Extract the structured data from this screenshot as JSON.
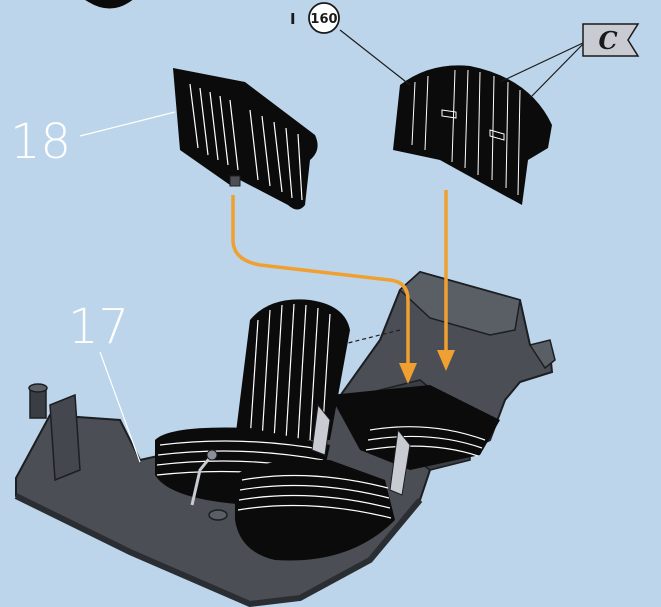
{
  "labels": {
    "step_18": "18",
    "step_17": "17",
    "paint_prefix": "I",
    "paint_code": "160",
    "flag_letter": "C"
  },
  "colors": {
    "background": "#bcd5ea",
    "part_dark": "#0b0b0b",
    "floor_grey": "#4b4f55",
    "arrow_orange": "#f0a030"
  }
}
